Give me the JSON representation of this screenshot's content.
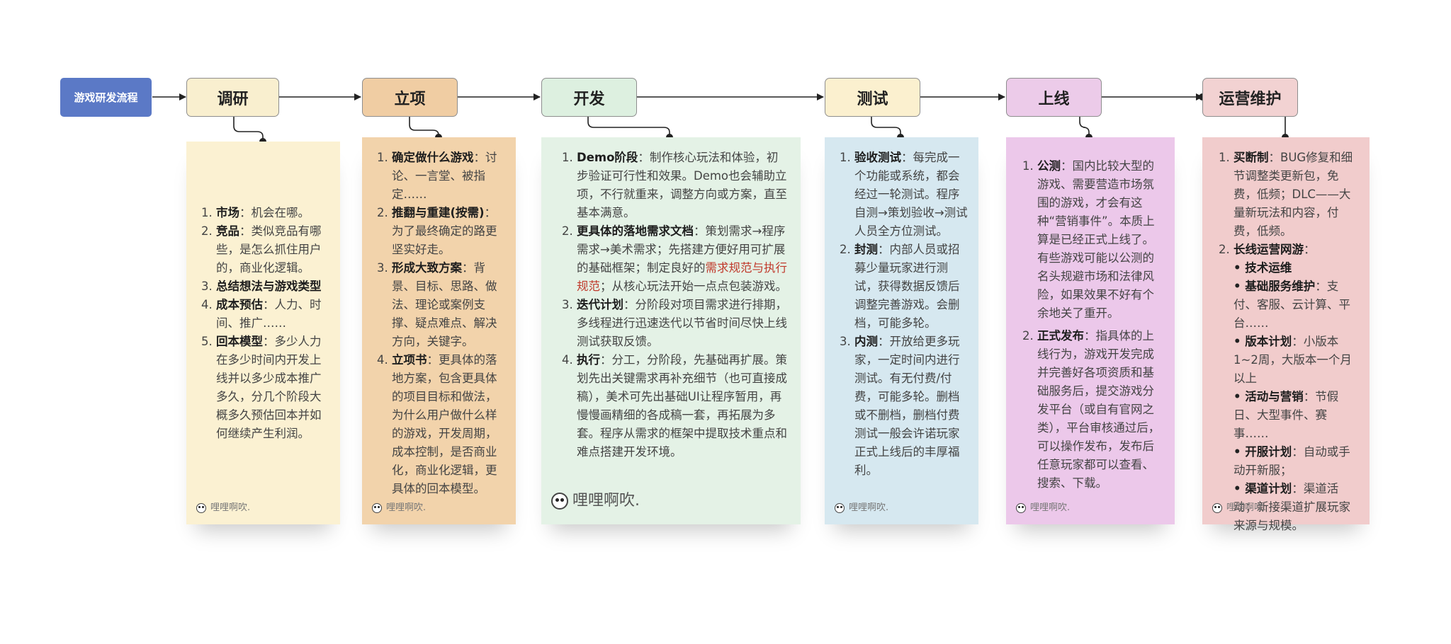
{
  "start": {
    "label": "游戏研发流程",
    "color": "#5b79c6"
  },
  "stages": [
    {
      "title": "调研",
      "color": "#f9efcf",
      "card_color": "#fbf1d2"
    },
    {
      "title": "立项",
      "color": "#f0cda3",
      "card_color": "#f2d3ab"
    },
    {
      "title": "开发",
      "color": "#ddf0e0",
      "card_color": "#e4f2e6"
    },
    {
      "title": "测试",
      "color": "#fbf0cf",
      "card_color": "#d6e8f0"
    },
    {
      "title": "上线",
      "color": "#eccbe9",
      "card_color": "#ecc8ea"
    },
    {
      "title": "运营维护",
      "color": "#f2d2d2",
      "card_color": "#f1cccc"
    }
  ],
  "cards": {
    "research": [
      {
        "head": "市场",
        "text": "：机会在哪。"
      },
      {
        "head": "竞品",
        "text": "：类似竞品有哪些，是怎么抓住用户的，商业化逻辑。"
      },
      {
        "head": "总结想法与游戏类型",
        "text": ""
      },
      {
        "head": "成本预估",
        "text": "：人力、时间、推广……"
      },
      {
        "head": "回本模型",
        "text": "：多少人力在多少时间内开发上线并以多少成本推广多久，分几个阶段大概多久预估回本并如何继续产生利润。"
      }
    ],
    "project": [
      {
        "head": "确定做什么游戏",
        "text": "：讨论、一言堂、被指定……"
      },
      {
        "head": "推翻与重建(按需)",
        "text": "：为了最终确定的路更坚实好走。"
      },
      {
        "head": "形成大致方案",
        "text": "：背景、目标、思路、做法、理论或案例支撑、疑点难点、解决方向，关键字。"
      },
      {
        "head": "立项书",
        "text": "：更具体的落地方案，包含更具体的项目目标和做法，为什么用户做什么样的游戏，开发周期，成本控制，是否商业化，商业化逻辑，更具体的回本模型。"
      }
    ],
    "dev": [
      {
        "head": "Demo阶段",
        "text": "：制作核心玩法和体验，初步验证可行性和效果。Demo也会辅助立项，不行就重来，调整方向或方案，直至基本满意。"
      },
      {
        "head": "更具体的落地需求文档",
        "text": "：策划需求→程序需求→美术需求；先搭建方便好用可扩展的基础框架；制定良好的",
        "red": "需求规范与执行规范",
        "tail": "；从核心玩法开始一点点包装游戏。"
      },
      {
        "head": "迭代计划",
        "text": "：分阶段对项目需求进行排期，多线程进行迅速迭代以节省时间尽快上线测试获取反馈。"
      },
      {
        "head": "执行",
        "text": "：分工，分阶段，先基础再扩展。策划先出关键需求再补充细节（也可直接成稿），美术可先出基础UI让程序暂用，再慢慢画精细的各成稿一套，再拓展为多套。程序从需求的框架中提取技术重点和难点搭建开发环境。"
      }
    ],
    "test": [
      {
        "head": "验收测试",
        "text": "：每完成一个功能或系统，都会经过一轮测试。程序自测→策划验收→测试人员全方位测试。"
      },
      {
        "head": "封测",
        "text": "：内部人员或招募少量玩家进行测试，获得数据反馈后调整完善游戏。会删档，可能多轮。"
      },
      {
        "head": "内测",
        "text": "：开放给更多玩家，一定时间内进行测试。有无付费/付费，可能多轮。删档或不删档，删档付费测试一般会许诺玩家正式上线后的丰厚福利。"
      }
    ],
    "launch": [
      {
        "head": "公测",
        "text": "：国内比较大型的游戏、需要营造市场氛围的游戏，才会有这种“营销事件”。本质上算是已经正式上线了。有些游戏可能以公测的名头规避市场和法律风险，如果效果不好有个余地关了重开。"
      },
      {
        "head": "正式发布",
        "text": "：指具体的上线行为，游戏开发完成并完善好各项资质和基础服务后，提交游戏分发平台（或自有官网之类），平台审核通过后，可以操作发布，发布后任意玩家都可以查看、搜索、下载。"
      }
    ],
    "ops": {
      "buyout": {
        "head": "买断制",
        "text": "：BUG修复和细节调整类更新包，免费，低频；DLC——大量新玩法和内容，付费，低频。"
      },
      "longterm_head": "长线运营网游",
      "longterm_text": "：",
      "subs": [
        {
          "head": "技术运维",
          "text": ""
        },
        {
          "head": "基础服务维护",
          "text": "：支付、客服、云计算、平台……"
        },
        {
          "head": "版本计划",
          "text": "：小版本1~2周，大版本一个月以上"
        },
        {
          "head": "活动与营销",
          "text": "：节假日、大型事件、赛事……"
        },
        {
          "head": "开服计划",
          "text": "：自动或手动开新服；"
        },
        {
          "head": "渠道计划",
          "text": "：渠道活动；新接渠道扩展玩家来源与规模。"
        }
      ]
    }
  },
  "watermark": "哩哩啊吹."
}
